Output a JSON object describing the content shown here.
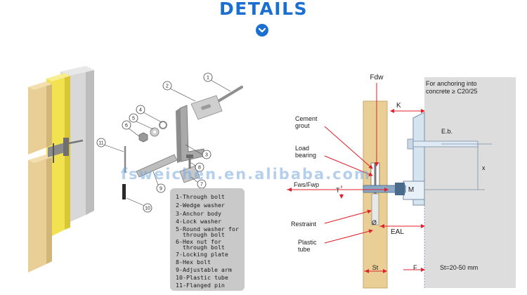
{
  "header": {
    "title": "DETAILS"
  },
  "colors": {
    "accent": "#1b6fd1",
    "arrow_red": "#e0202a",
    "insulation_yellow": "#f2e250",
    "board_tan": "#e9cf95",
    "legend_bg": "#c9c9c9",
    "concrete_gray": "#dddddd"
  },
  "callouts": [
    "1",
    "2",
    "3",
    "4",
    "5",
    "6",
    "7",
    "8",
    "9",
    "10",
    "11"
  ],
  "legend": {
    "items": [
      "1-Through bolt",
      "2-Wedge washer",
      "3-Anchor body",
      "4-Lock washer",
      "5-Round washer for\n  through bolt",
      "6-Hex nut for\n  through bolt",
      "7-Locking plate",
      "8-Hex bolt",
      "9-Adjustable arm",
      "10-Plastic tube",
      "11-Flanged pin"
    ]
  },
  "watermark": "fsweichen.en.alibaba.com",
  "section_diagram": {
    "fdw": "Fdw",
    "k": "K",
    "cement_grout": "Cement\ngrout",
    "load_bearing": "Load\nbearing",
    "fws_fwp": "Fws/Fwp",
    "t": "T",
    "restraint": "Restraint",
    "plastic_tube": "Plastic\ntube",
    "diameter": "Ø",
    "m": "M",
    "eal": "EAL",
    "st": "St",
    "f": "F",
    "eb": "E.b.",
    "x": "x",
    "concrete_note": "For anchoring into\nconcrete ≥ C20/25",
    "st_range": "St=20-50 mm"
  }
}
